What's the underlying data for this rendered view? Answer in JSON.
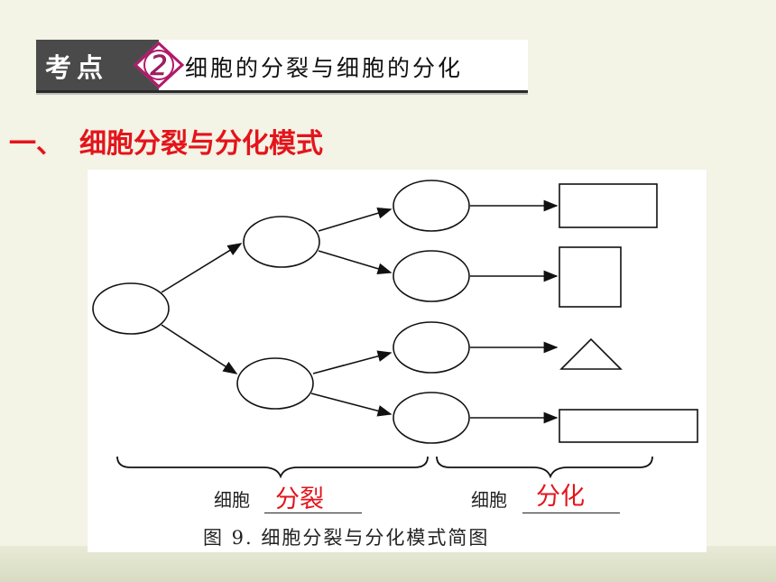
{
  "header": {
    "badge_label": "考点",
    "badge_number": "2",
    "title": "细胞的分裂与细胞的分化"
  },
  "section": {
    "number": "一、",
    "heading": "细胞分裂与分化模式"
  },
  "diagram": {
    "left_label": "细胞",
    "left_answer": "分裂",
    "right_label": "细胞",
    "right_answer": "分化",
    "caption": "图 9. 细胞分裂与分化模式简图",
    "shapes": [
      "wide-rectangle",
      "square",
      "triangle",
      "long-rectangle"
    ]
  },
  "colors": {
    "answer": "#e4141b",
    "heading": "#e4141b",
    "banner_dark": "#4a4a4a"
  }
}
